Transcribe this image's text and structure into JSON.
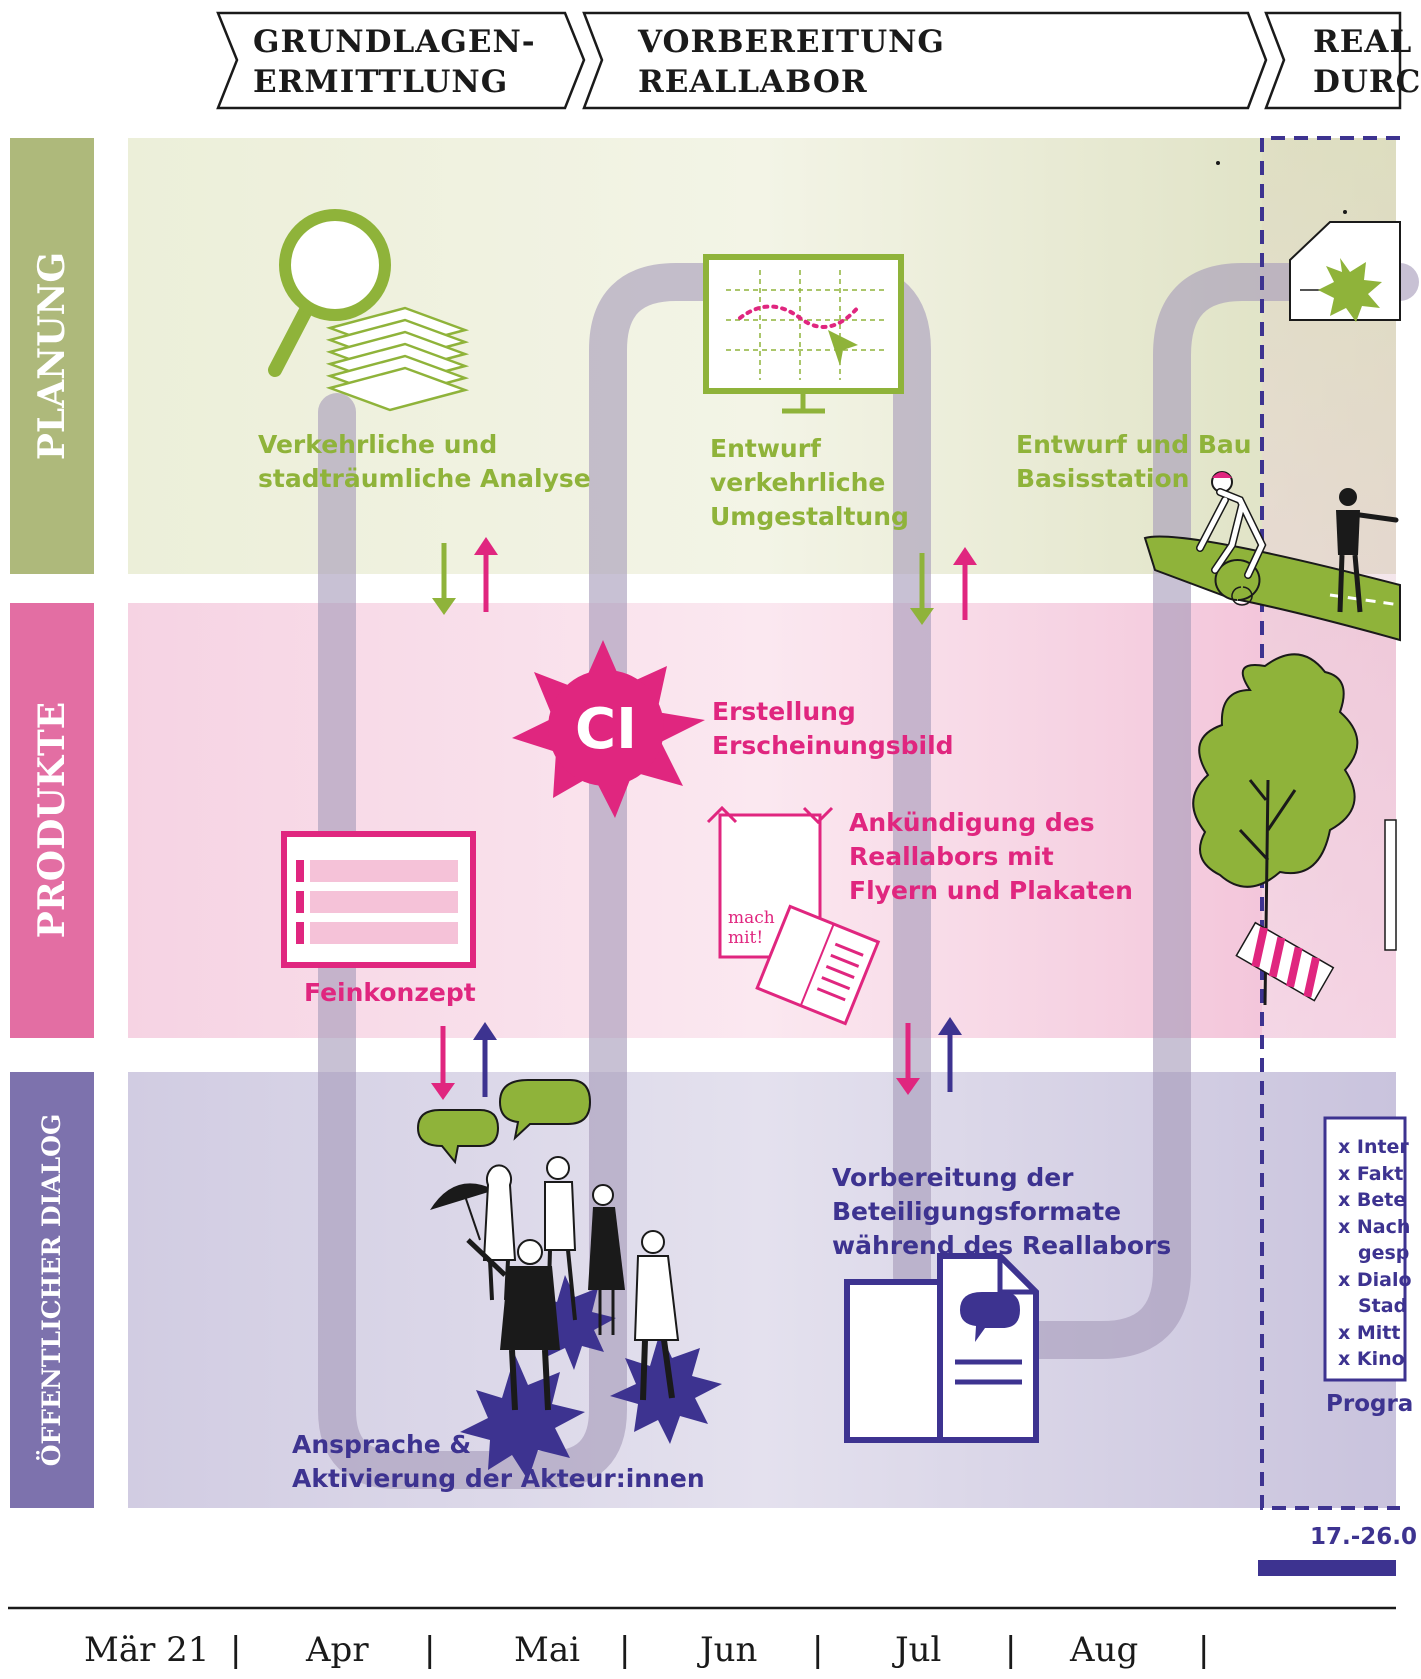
{
  "phases": {
    "p1_line1": "GRUNDLAGEN-",
    "p1_line2": "ERMITTLUNG",
    "p2_line1": "VORBEREITUNG",
    "p2_line2": "REALLABOR",
    "p3_line1": "REAL",
    "p3_line2": "DURC"
  },
  "rows": {
    "planung": "PLANUNG",
    "produkte": "PRODUKTE",
    "dialog": "ÖFFENTLICHER DIALOG"
  },
  "planung": {
    "analyse_l1": "Verkehrliche und",
    "analyse_l2": "stadträumliche Analyse",
    "entwurf_l1": "Entwurf",
    "entwurf_l2": "verkehrliche",
    "entwurf_l3": "Umgestaltung",
    "basis_l1": "Entwurf und Bau",
    "basis_l2": "Basisstation"
  },
  "produkte": {
    "ci_text": "CI",
    "ci_l1": "Erstellung",
    "ci_l2": "Erscheinungsbild",
    "ank_l1": "Ankündigung des",
    "ank_l2": "Reallabors mit",
    "ank_l3": "Flyern und Plakaten",
    "feinkonzept": "Feinkonzept",
    "poster_l1": "mach",
    "poster_l2": "mit!"
  },
  "dialog": {
    "vorb_l1": "Vorbereitung der",
    "vorb_l2": "Beteiligungsformate",
    "vorb_l3": "während des Reallabors",
    "ansprache_l1": "Ansprache &",
    "ansprache_l2": "Aktivierung der Akteur:innen",
    "program_items": [
      "x Inter",
      "x Fakt",
      "x Bete",
      "x Nach",
      "gesp",
      "x Dialo",
      "Stad",
      "x Mitt",
      "x Kino"
    ],
    "program_label": "Progra",
    "date": "17.-26.0"
  },
  "timeline": {
    "months": [
      "Mär 21",
      "Apr",
      "Mai",
      "Jun",
      "Jul",
      "Aug"
    ],
    "separator": "|"
  },
  "colors": {
    "green": "#8fb33a",
    "pink": "#e0267f",
    "navy": "#3d3390",
    "planung_bar": "#aeb97b",
    "produkte_bar": "#e36ea3",
    "dialog_bar": "#7d72ad",
    "path": "#a79bb9"
  }
}
